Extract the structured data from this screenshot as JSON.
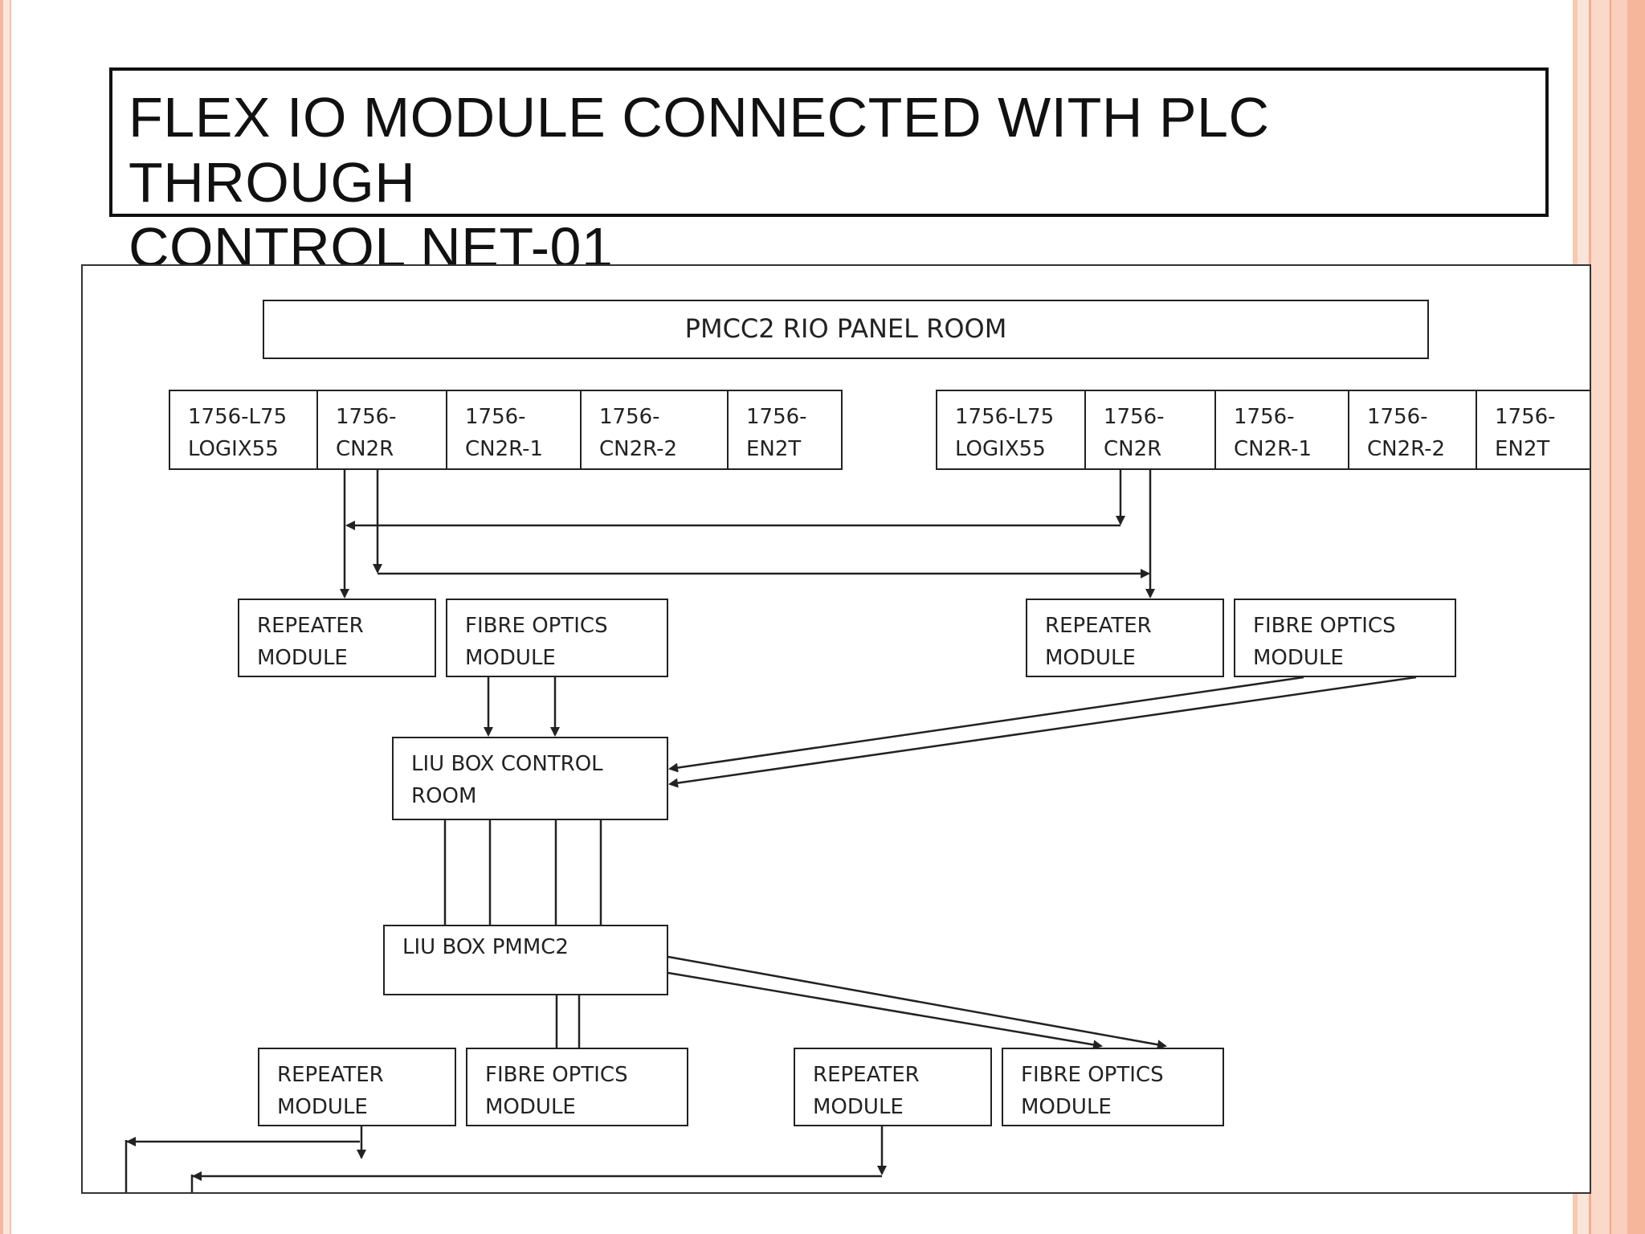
{
  "slide": {
    "title": "FLEX IO MODULE CONNECTED WITH PLC THROUGH CONTROL NET-01",
    "title_line1": "FLEX IO MODULE CONNECTED WITH PLC THROUGH",
    "title_line2": "CONTROL NET-01"
  },
  "diagram": {
    "header": "PMCC2 RIO PANEL ROOM",
    "rack_left": [
      {
        "line1": "1756-L75",
        "line2": "LOGIX55"
      },
      {
        "line1": "1756-",
        "line2": "CN2R"
      },
      {
        "line1": "1756-",
        "line2": "CN2R-1"
      },
      {
        "line1": "1756-",
        "line2": "CN2R-2"
      },
      {
        "line1": "1756-",
        "line2": "EN2T"
      }
    ],
    "rack_right": [
      {
        "line1": "1756-L75",
        "line2": "LOGIX55"
      },
      {
        "line1": "1756-",
        "line2": "CN2R"
      },
      {
        "line1": "1756-",
        "line2": "CN2R-1"
      },
      {
        "line1": "1756-",
        "line2": "CN2R-2"
      },
      {
        "line1": "1756-",
        "line2": "EN2T"
      }
    ],
    "modules_top": [
      {
        "line1": "REPEATER",
        "line2": "MODULE"
      },
      {
        "line1": "FIBRE OPTICS",
        "line2": "MODULE"
      },
      {
        "line1": "REPEATER",
        "line2": "MODULE"
      },
      {
        "line1": "FIBRE OPTICS",
        "line2": "MODULE"
      }
    ],
    "liu_control": {
      "line1": "LIU BOX CONTROL",
      "line2": "ROOM"
    },
    "liu_pmmc2": "LIU BOX PMMC2",
    "modules_bottom": [
      {
        "line1": "REPEATER",
        "line2": "MODULE"
      },
      {
        "line1": "FIBRE OPTICS",
        "line2": "MODULE"
      },
      {
        "line1": "REPEATER",
        "line2": "MODULE"
      },
      {
        "line1": "FIBRE OPTICS",
        "line2": "MODULE"
      }
    ]
  }
}
